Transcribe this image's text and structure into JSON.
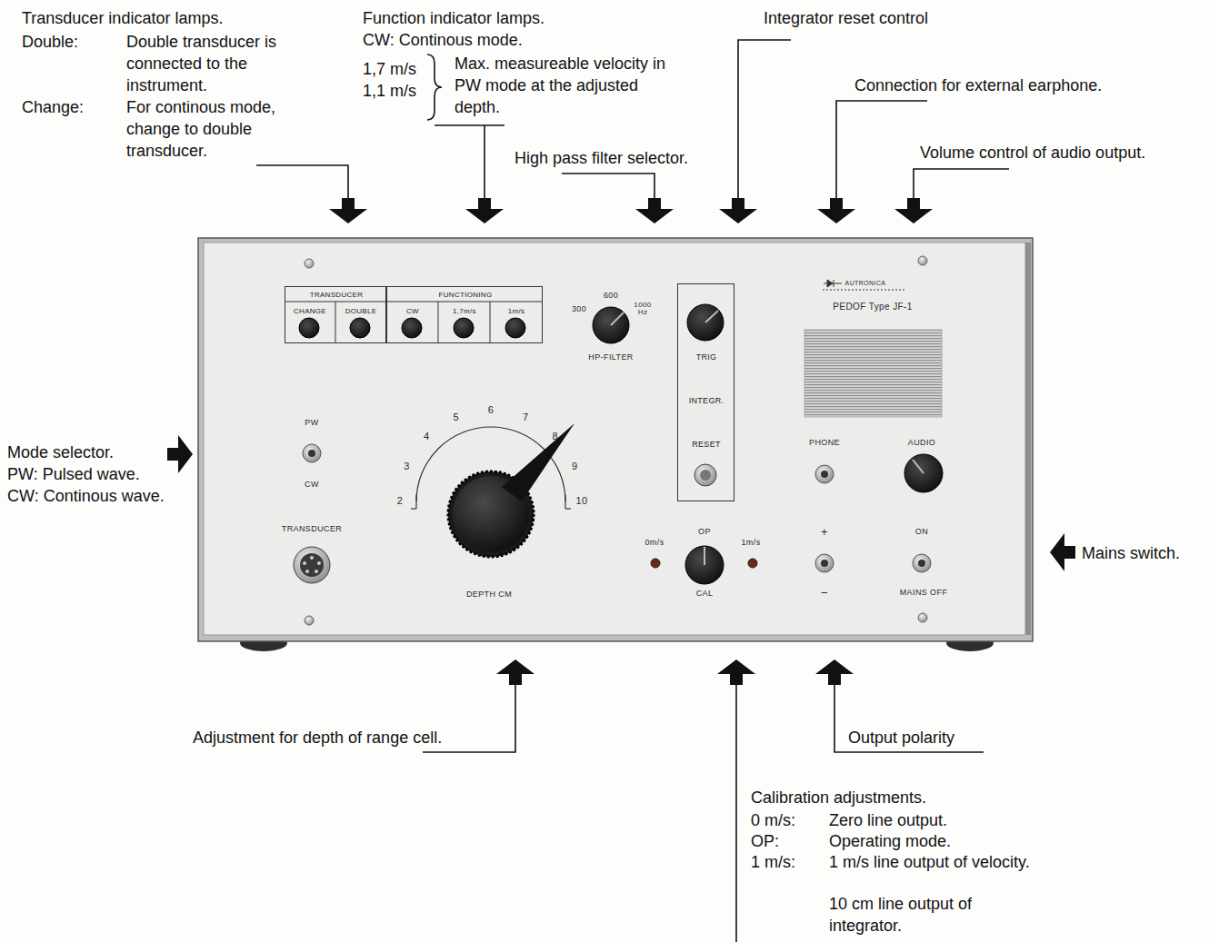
{
  "diagram": {
    "nodes": [
      {
        "text": [
          "TRANSDUCER",
          "CHANGE",
          "DOUBLE"
        ]
      },
      {
        "text": [
          "FUNCTIONING",
          "CW",
          "1,7m/s",
          "1m/s"
        ]
      },
      {
        "text": [
          "TRIG",
          "INTEGR.",
          "RESET"
        ]
      }
    ],
    "labels": [
      "Transducer indicator lamps.",
      "Double:",
      "Double transducer is connected to the instrument.",
      "Change:",
      "For continous mode, change to double transducer.",
      "Function indicator lamps.",
      "CW: Continous mode.",
      "1,7 m/s",
      "1,1 m/s",
      "Max. measureable velocity in PW mode at the adjusted depth.",
      "Integrator reset control",
      "Connection for external earphone.",
      "High pass filter selector.",
      "Volume control of audio output.",
      "Mode selector.",
      "PW: Pulsed wave.",
      "CW: Continous wave.",
      "Mains switch.",
      "Adjustment for depth of range cell.",
      "Output polarity",
      "Calibration adjustments.",
      "0 m/s:",
      "Zero line output.",
      "OP:",
      "Operating mode.",
      "1 m/s:",
      "1 m/s line output of velocity.",
      "10 cm line output of integrator.",
      "300",
      "600",
      "1000 Hz",
      "HP-FILTER",
      "AUTRONICA",
      "PEDOF Type JF-1",
      "PW",
      "CW",
      "TRANSDUCER",
      "2",
      "3",
      "4",
      "5",
      "6",
      "7",
      "8",
      "9",
      "10",
      "DEPTH CM",
      "0m/s",
      "OP",
      "1m/s",
      "CAL",
      "PHONE",
      "AUDIO",
      "+",
      "−",
      "ON",
      "MAINS OFF"
    ]
  }
}
